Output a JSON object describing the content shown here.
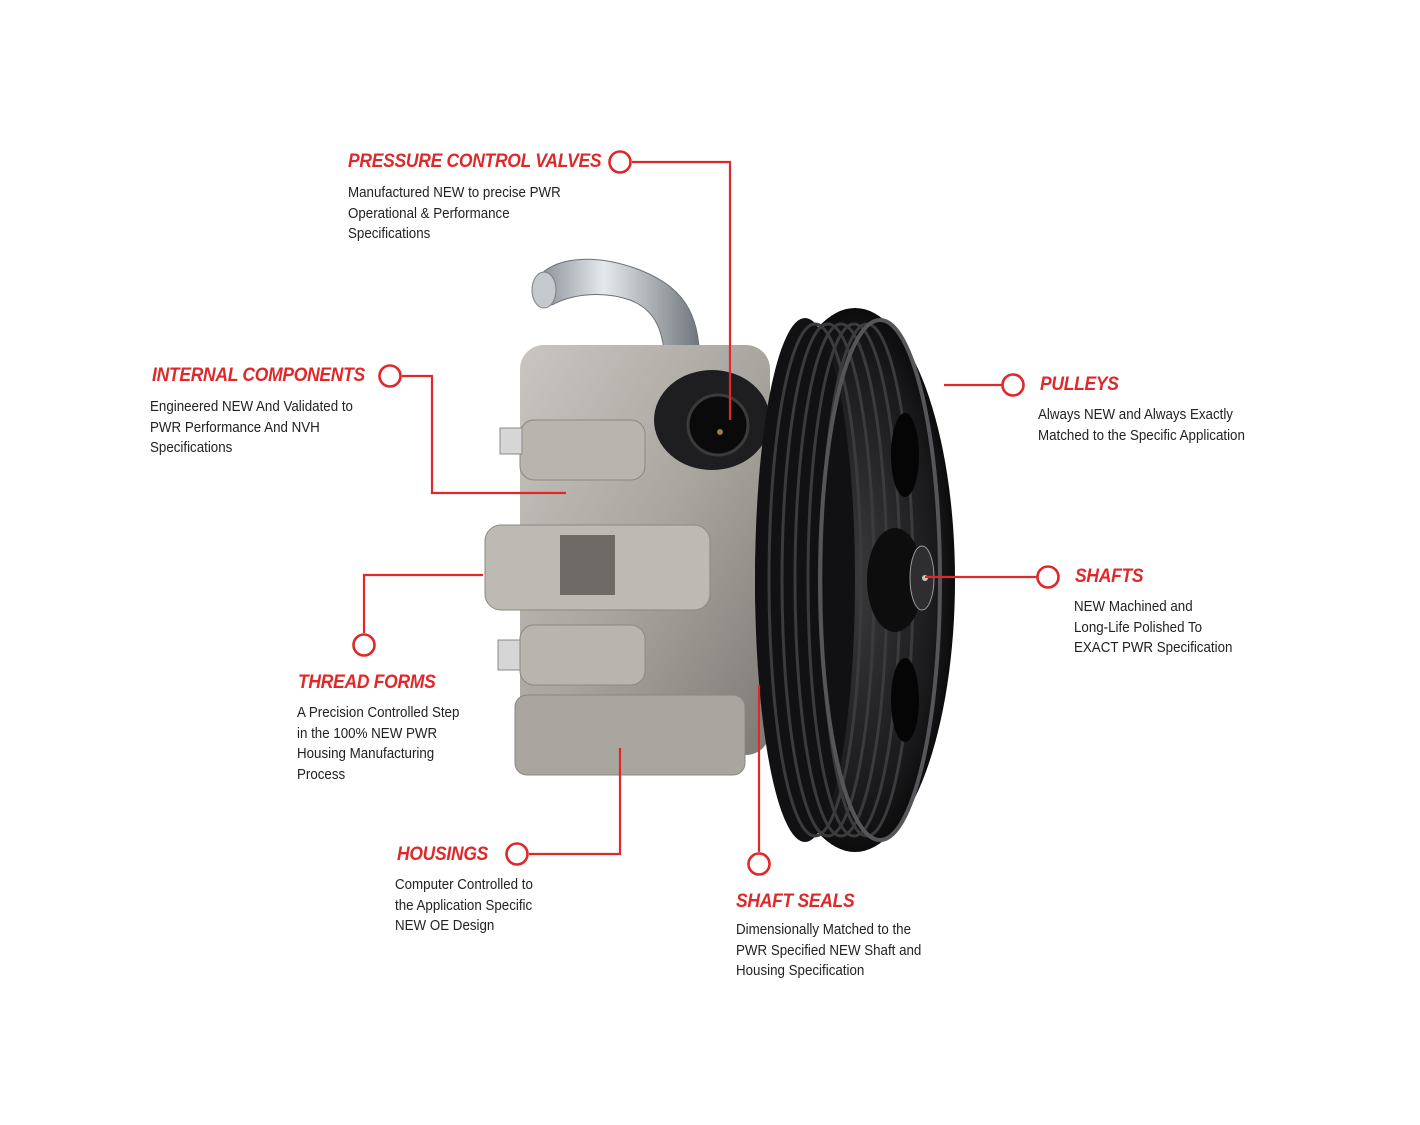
{
  "colors": {
    "accent": "#e0282a",
    "text": "#222222",
    "background": "#ffffff"
  },
  "image": {
    "subject": "power steering pump with pulley"
  },
  "callouts": [
    {
      "id": "pressure-control-valves",
      "title": "PRESSURE CONTROL VALVES",
      "description": "Manufactured NEW to precise PWR\nOperational & Performance\nSpecifications"
    },
    {
      "id": "internal-components",
      "title": "INTERNAL COMPONENTS",
      "description": "Engineered NEW And Validated to\nPWR Performance And NVH\nSpecifications"
    },
    {
      "id": "pulleys",
      "title": "PULLEYS",
      "description": "Always NEW and Always Exactly\nMatched to the Specific Application"
    },
    {
      "id": "shafts",
      "title": "SHAFTS",
      "description": "NEW Machined and\nLong-Life Polished To\nEXACT PWR Specification"
    },
    {
      "id": "thread-forms",
      "title": "THREAD FORMS",
      "description": "A Precision Controlled Step\nin the 100% NEW PWR\nHousing Manufacturing\nProcess"
    },
    {
      "id": "housings",
      "title": "HOUSINGS",
      "description": "Computer Controlled to\nthe Application Specific\nNEW OE Design"
    },
    {
      "id": "shaft-seals",
      "title": "SHAFT SEALS",
      "description": "Dimensionally Matched to the\nPWR Specified NEW Shaft and\nHousing Specification"
    }
  ]
}
